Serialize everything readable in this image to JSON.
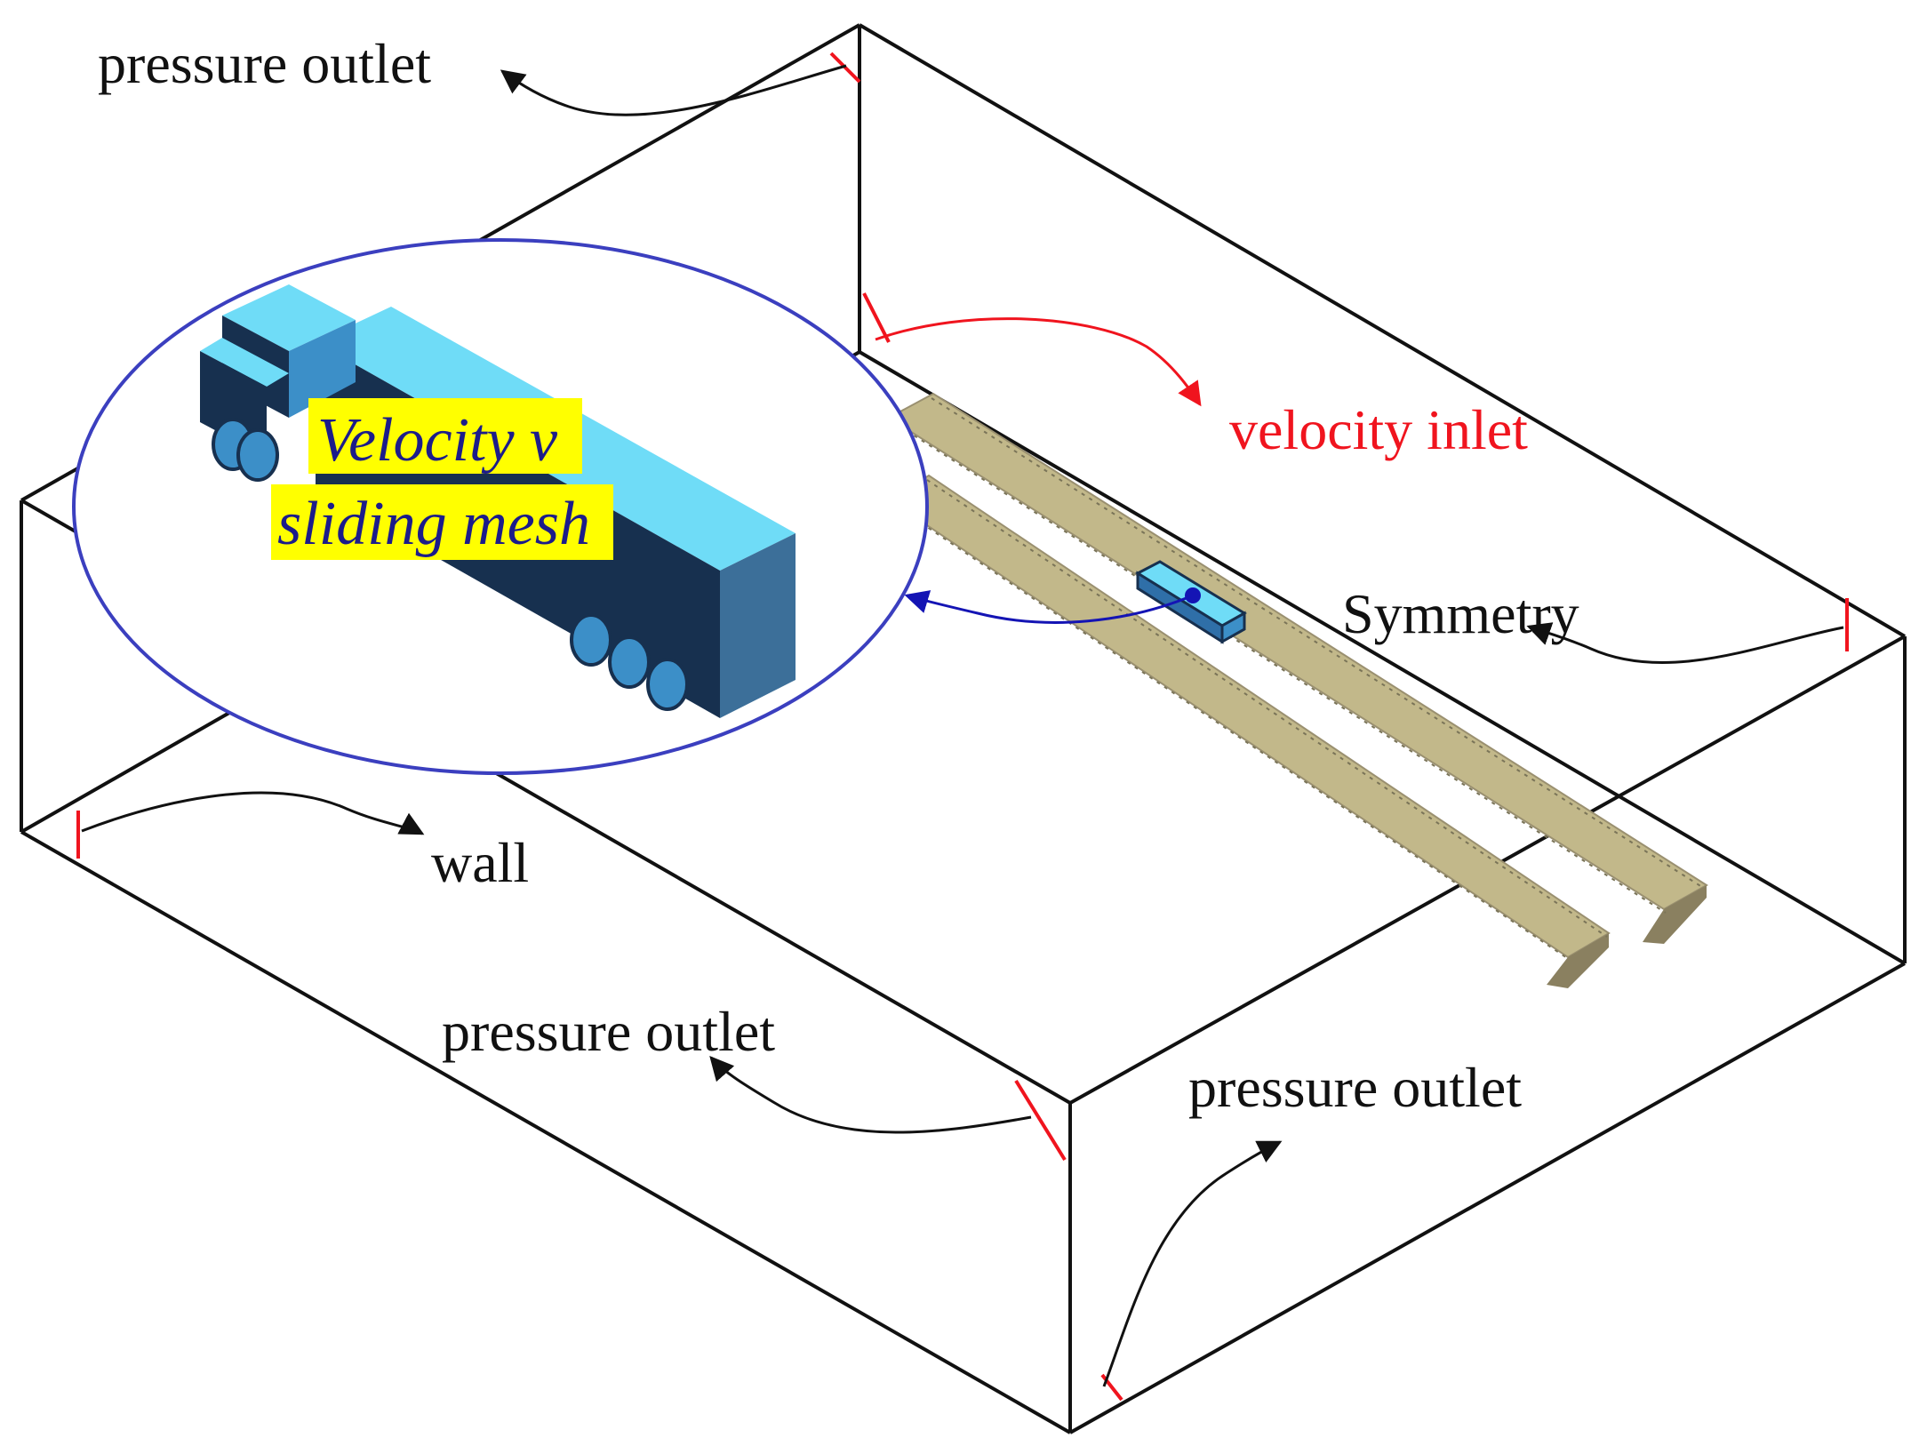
{
  "labels": {
    "pressure_outlet_top": "pressure outlet",
    "velocity_inlet": "velocity inlet",
    "symmetry": "Symmetry",
    "wall": "wall",
    "pressure_outlet_front": "pressure outlet",
    "pressure_outlet_right": "pressure outlet",
    "inset_line1": "Velocity v",
    "inset_line2": "sliding mesh"
  },
  "colors": {
    "box_edge": "#111111",
    "boundary_marker": "#f0141e",
    "inset_ring": "#3b3fbf",
    "inset_arrow": "#1414b4",
    "bridge_deck": "#c2b88a",
    "bridge_deck_side": "#8a8060",
    "truck_light": "#6fdcf7",
    "truck_mid": "#3c8fc8",
    "truck_dark": "#17304f",
    "highlight": "#ffff00"
  },
  "icons": {
    "truck": "truck-icon",
    "bridge": "bridge-deck-icon"
  }
}
